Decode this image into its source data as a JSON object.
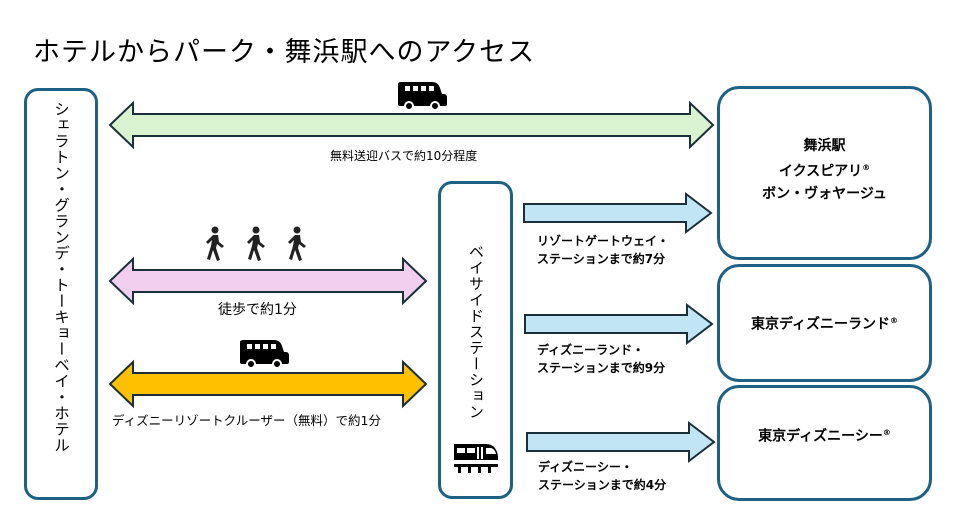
{
  "title": "ホテルからパーク・舞浜駅へのアクセス",
  "hotel": {
    "name": "シェラトン・グランデ・トーキョーベイ・ホテル"
  },
  "station": {
    "name": "ベイサイドステーション",
    "icon": "monorail-icon"
  },
  "routes": [
    {
      "id": "shuttle",
      "label": "無料送迎バスで約10分程度",
      "icon": "bus-icon",
      "color": "#d9f2d0"
    },
    {
      "id": "walk",
      "label": "徒歩で約1分",
      "icon": "walking-person-icon",
      "icon_count": 3,
      "color": "#f2cfee"
    },
    {
      "id": "cruiser",
      "label": "ディズニーリゾートクルーザー（無料）で約1分",
      "icon": "bus-icon",
      "color": "#ffc000"
    }
  ],
  "monorail_routes": [
    {
      "line1": "リゾートゲートウェイ・",
      "line2": "ステーションまで約7分",
      "color": "#c1e5f5"
    },
    {
      "line1": "ディズニーランド・",
      "line2": "ステーションまで約9分",
      "color": "#c1e5f5"
    },
    {
      "line1": "ディズニーシー・",
      "line2": "ステーションまで約4分",
      "color": "#c1e5f5"
    }
  ],
  "destinations": [
    {
      "lines": [
        "舞浜駅",
        "イクスピアリ",
        "ボン・ヴォヤージュ"
      ],
      "registered": "®"
    },
    {
      "name": "東京ディズニーランド",
      "registered": "®"
    },
    {
      "name": "東京ディズニーシー",
      "registered": "®"
    }
  ],
  "colors": {
    "border": "#1f6184",
    "arrow_stroke": "#1a2f3a"
  }
}
